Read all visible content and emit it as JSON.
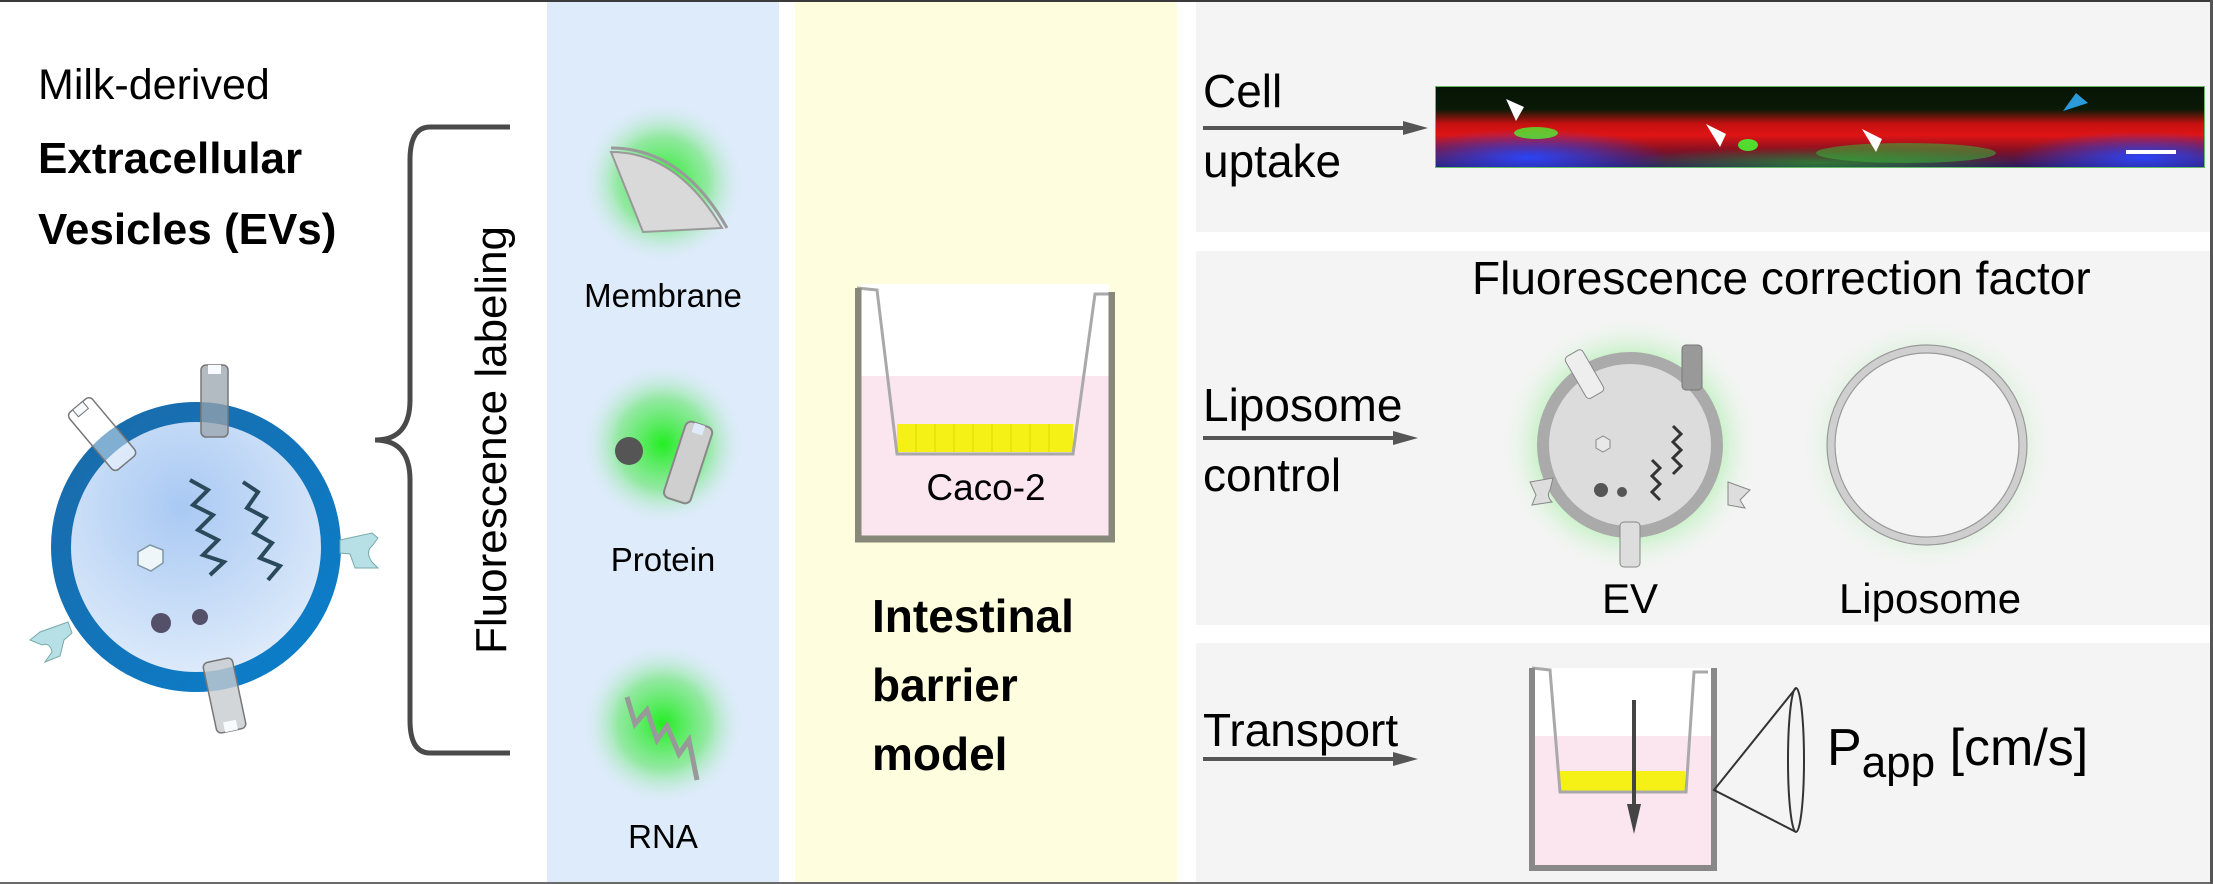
{
  "left_panel": {
    "title_line1": "Milk-derived",
    "title_line2": "Extracellular",
    "title_line3": "Vesicles (EVs)",
    "bracket_label": "Fluorescence labeling"
  },
  "labeling_panel": {
    "items": [
      {
        "label": "Membrane",
        "icon": "membrane-fragment-icon"
      },
      {
        "label": "Protein",
        "icon": "protein-icon"
      },
      {
        "label": "RNA",
        "icon": "rna-icon"
      }
    ],
    "glow_color": "#33ee33"
  },
  "model_panel": {
    "cell_line_label": "Caco-2",
    "title_line1": "Intestinal",
    "title_line2": "barrier",
    "title_line3": "model",
    "cell_color": "#f5f016",
    "medium_color": "#fbe6ef"
  },
  "readouts": {
    "cell_uptake": {
      "line1": "Cell",
      "line2": "uptake",
      "image": "confocal-microscopy-image"
    },
    "liposome_control": {
      "line1": "Liposome",
      "line2": "control",
      "heading": "Fluorescence correction factor",
      "ev_label": "EV",
      "liposome_label": "Liposome"
    },
    "transport": {
      "label": "Transport",
      "papp_main": "P",
      "papp_sub": "app",
      "papp_unit": "[cm/s]"
    }
  },
  "colors": {
    "blue_panel": "#deebfb",
    "yellow_panel": "#fefedf",
    "gray_panel": "#f4f4f4",
    "ev_membrane": "#1a73b8",
    "ev_lumen": "#b7d4f5"
  }
}
